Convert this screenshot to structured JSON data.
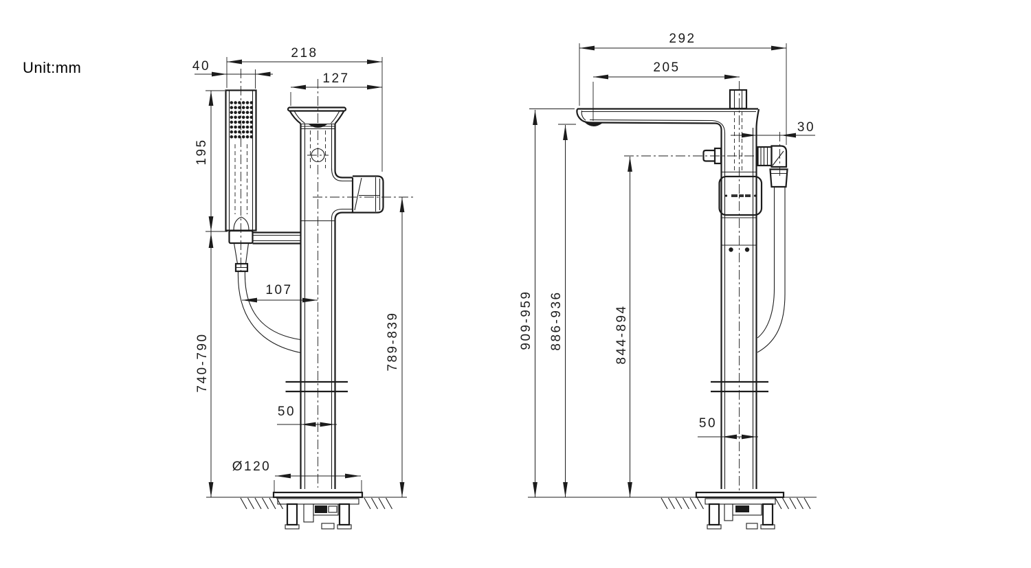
{
  "unit_label": "Unit:mm",
  "left_view": {
    "overall_width": "218",
    "handshower_width": "40",
    "spout_top_width": "127",
    "handshower_length": "195",
    "hose_to_column_offset": "107",
    "holder_height_range": "740-790",
    "outlet_height_range": "789-839",
    "pipe_width": "50",
    "base_diameter": "Ø120"
  },
  "right_view": {
    "overall_depth": "292",
    "spout_reach": "205",
    "hose_offset": "30",
    "overall_height_range": "909-959",
    "spout_height_range": "886-936",
    "handle_height_range": "844-894",
    "pipe_width": "50"
  }
}
